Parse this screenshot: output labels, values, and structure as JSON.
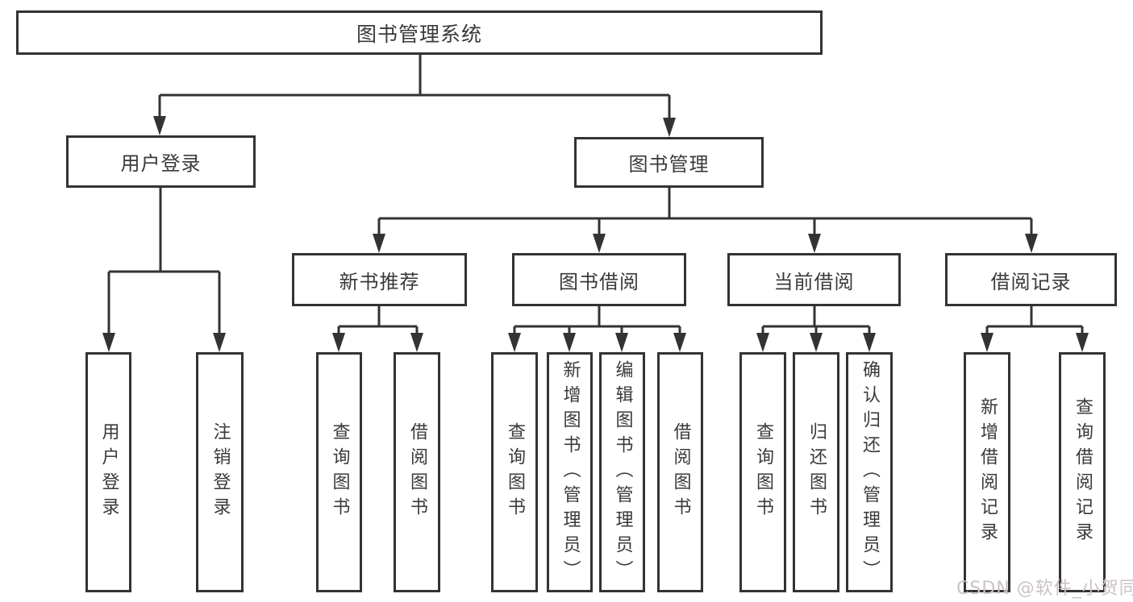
{
  "page": {
    "background": "#ffffff",
    "watermark": "CSDN @软件_小贺同学"
  },
  "colors": {
    "line": "#333333",
    "box_border": "#333333",
    "label_text": "#3a3a3a",
    "watermark_text": "#ccc2c6"
  },
  "tree": {
    "root": {
      "label": "图书管理系统"
    },
    "level2": [
      {
        "id": "user-login",
        "label": "用户登录"
      },
      {
        "id": "book-management",
        "label": "图书管理"
      }
    ],
    "level3": [
      {
        "id": "new-book-recommend",
        "parent": "book-management",
        "label": "新书推荐"
      },
      {
        "id": "book-borrow",
        "parent": "book-management",
        "label": "图书借阅"
      },
      {
        "id": "current-borrow",
        "parent": "book-management",
        "label": "当前借阅"
      },
      {
        "id": "borrow-records",
        "parent": "book-management",
        "label": "借阅记录"
      }
    ],
    "leaves": [
      {
        "parent": "user-login",
        "label": "用户登录"
      },
      {
        "parent": "user-login",
        "label": "注销登录"
      },
      {
        "parent": "new-book-recommend",
        "label": "查询图书"
      },
      {
        "parent": "new-book-recommend",
        "label": "借阅图书"
      },
      {
        "parent": "book-borrow",
        "label": "查询图书"
      },
      {
        "parent": "book-borrow",
        "label": "新增图书（管理员）"
      },
      {
        "parent": "book-borrow",
        "label": "编辑图书（管理员）"
      },
      {
        "parent": "book-borrow",
        "label": "借阅图书"
      },
      {
        "parent": "current-borrow",
        "label": "查询图书"
      },
      {
        "parent": "current-borrow",
        "label": "归还图书"
      },
      {
        "parent": "current-borrow",
        "label": "确认归还（管理员）"
      },
      {
        "parent": "borrow-records",
        "label": "新增借阅记录"
      },
      {
        "parent": "borrow-records",
        "label": "查询借阅记录"
      }
    ]
  }
}
